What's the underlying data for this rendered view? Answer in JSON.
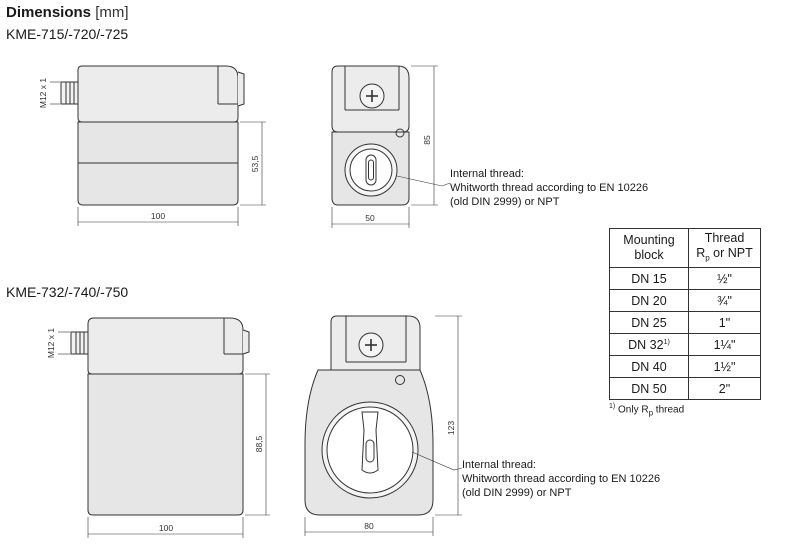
{
  "header": {
    "title": "Dimensions",
    "unit": "[mm]"
  },
  "models": [
    {
      "name": "KME-715/-720/-725",
      "connector": "M12 x 1",
      "width": "100",
      "height": "53,5",
      "depth": "50",
      "total_height": "85"
    },
    {
      "name": "KME-732/-740/-750",
      "connector": "M12 x 1",
      "width": "100",
      "height": "88,5",
      "depth": "80",
      "total_height": "123"
    }
  ],
  "note": {
    "line1": "Internal thread:",
    "line2": "Whitworth thread according to EN 10226",
    "line3": "(old DIN 2999) or NPT"
  },
  "table": {
    "header_col1_l1": "Mounting",
    "header_col1_l2": "block",
    "header_col2_l1": "Thread",
    "header_col2_r": "R",
    "header_col2_sub": "p",
    "header_col2_rest": " or NPT",
    "rows": [
      {
        "block": "DN 15",
        "sup": "",
        "thread": "½\""
      },
      {
        "block": "DN 20",
        "sup": "",
        "thread": "¾\""
      },
      {
        "block": "DN 25",
        "sup": "",
        "thread": "1\""
      },
      {
        "block": "DN 32",
        "sup": "1)",
        "thread": "1¼\""
      },
      {
        "block": "DN 40",
        "sup": "",
        "thread": "1½\""
      },
      {
        "block": "DN 50",
        "sup": "",
        "thread": "2\""
      }
    ],
    "footnote_mark": "1)",
    "footnote_text": " Only R",
    "footnote_sub": "p",
    "footnote_rest": " thread"
  }
}
